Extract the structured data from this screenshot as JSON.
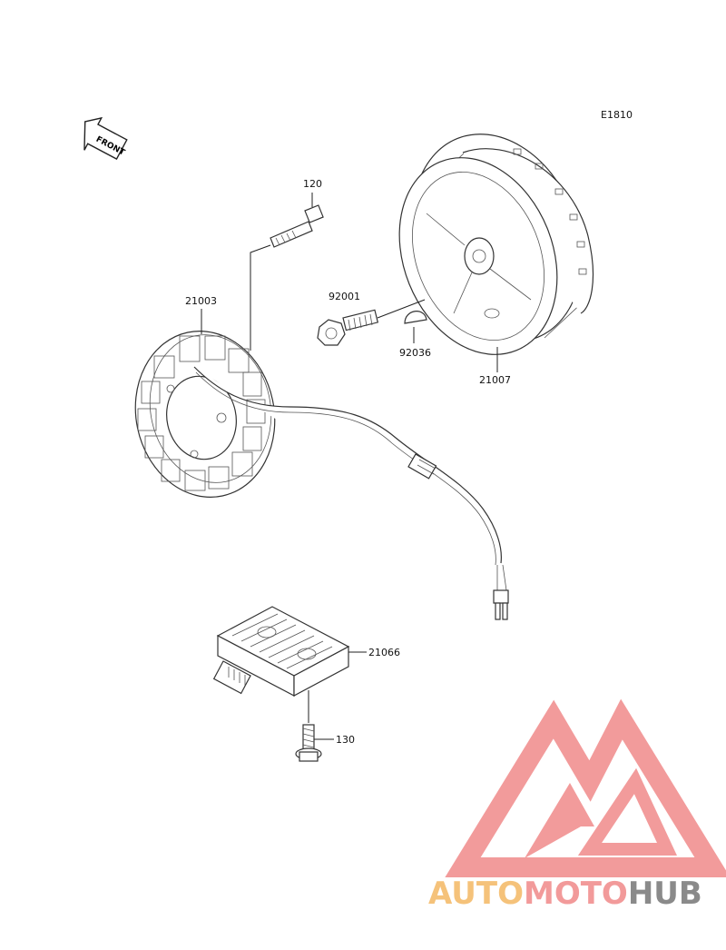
{
  "diagram_code": "E1810",
  "front_label": "FRONT",
  "callouts": {
    "bolt_top": "120",
    "stator": "21003",
    "flange_bolt": "92001",
    "key": "92036",
    "rotor": "21007",
    "regulator": "21066",
    "bolt_bottom": "130"
  },
  "watermark": {
    "text": "AUTOMOTOHUB",
    "colors": {
      "logo": "#f08a8a",
      "auto": "#f5c27a",
      "moto": "#f29a9a",
      "hub": "#8a8a8a"
    }
  }
}
